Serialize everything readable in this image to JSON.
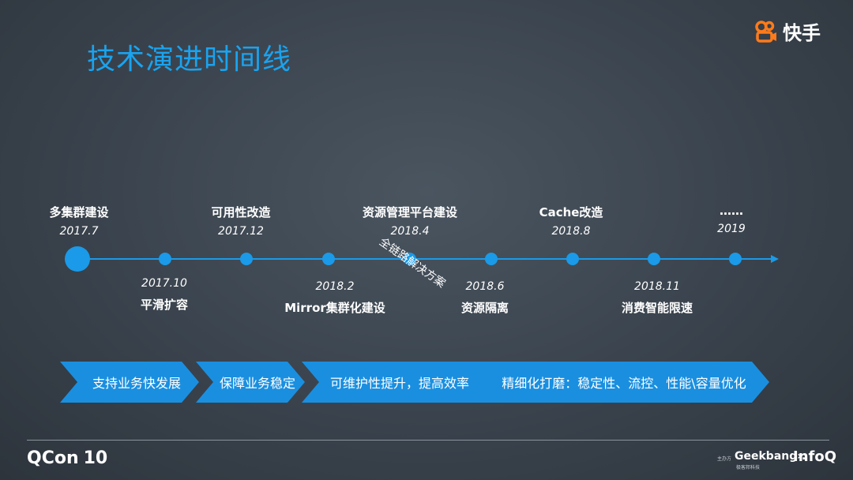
{
  "title": "技术演进时间线",
  "logo": {
    "text": "快手",
    "icon": "kuaishou-camera-icon",
    "color": "#ff7b1a"
  },
  "timeline": {
    "top_items": [
      {
        "name": "多集群建设",
        "date": "2017.7"
      },
      {
        "name": "可用性改造",
        "date": "2017.12"
      },
      {
        "name": "资源管理平台建设",
        "date": "2018.4"
      },
      {
        "name": "Cache改造",
        "date": "2018.8"
      },
      {
        "name": "……",
        "date": "2019"
      }
    ],
    "bottom_items": [
      {
        "date": "2017.10",
        "name": "平滑扩容"
      },
      {
        "date": "2018.2",
        "name": "Mirror集群化建设"
      },
      {
        "date": "2018.6",
        "name": "资源隔离"
      },
      {
        "date": "2018.11",
        "name": "消费智能限速"
      }
    ],
    "overlay_text": "全链路解决方案",
    "color": "#1a9ae8"
  },
  "banner": [
    "支持业务快发展",
    "保障业务稳定",
    "可维护性提升，提高效率",
    "精细化打磨：稳定性、流控、性能\\容量优化"
  ],
  "footer": {
    "qcon": "QCon",
    "qcon_ten": "10",
    "sponsor_label": "主办方",
    "geekbang": "Geekbang›.",
    "geekbang_sub": "极客邦科技",
    "infoq": "InfoQ"
  }
}
